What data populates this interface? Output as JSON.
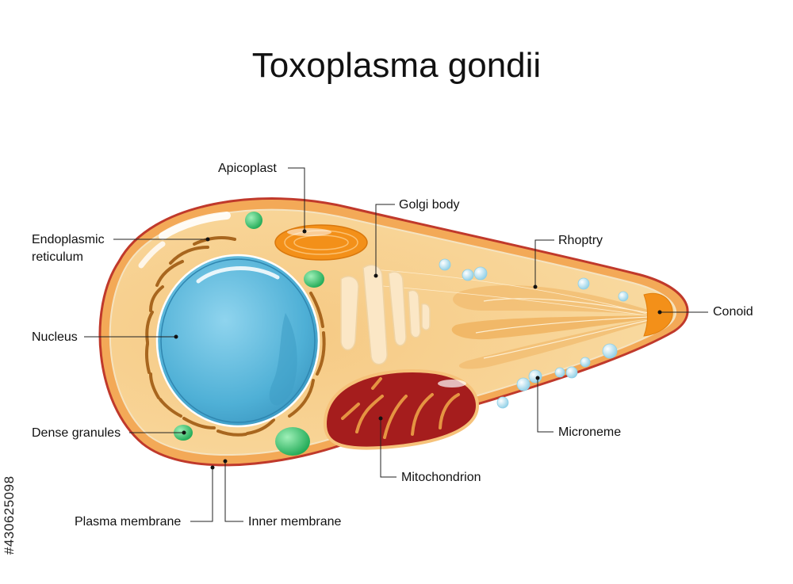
{
  "title": "Toxoplasma gondii",
  "side_id": "#430625098",
  "labels": {
    "apicoplast": "Apicoplast",
    "golgi": "Golgi body",
    "er_line1": "Endoplasmic",
    "er_line2": "reticulum",
    "rhoptry": "Rhoptry",
    "conoid": "Conoid",
    "nucleus": "Nucleus",
    "dense_granules": "Dense granules",
    "microneme": "Microneme",
    "mitochondrion": "Mitochondrion",
    "plasma_membrane": "Plasma membrane",
    "inner_membrane": "Inner membrane"
  },
  "colors": {
    "membrane": "#c0392b",
    "cytoplasm": "#f8d89a",
    "nucleus": "#5fb8d8",
    "mitochondrion": "#a51d1d",
    "apicoplast": "#f39019",
    "granule": "#39c06a",
    "vesicle": "#b7e3f2"
  }
}
